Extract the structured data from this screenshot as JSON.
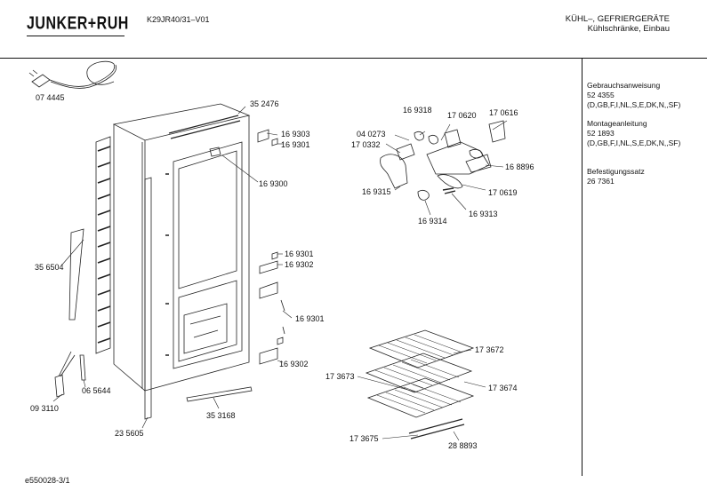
{
  "header": {
    "brand": "JUNKER+RUH",
    "model": "K29JR40/31–V01",
    "category_line1": "KÜHL–, GEFRIERGERÄTE",
    "category_line2": "Kühlschränke, Einbau"
  },
  "sidebar": {
    "items": [
      {
        "title": "Gebrauchsanweisung",
        "number": "52 4355",
        "langs": "(D,GB,F,I,NL,S,E,DK,N,,SF)"
      },
      {
        "title": "Montageanleitung",
        "number": "52 1893",
        "langs": "(D,GB,F,I,NL,S,E,DK,N,,SF)"
      },
      {
        "title": "Befestigungssatz",
        "number": "26 7361"
      }
    ]
  },
  "parts": {
    "p074445": "07 4445",
    "p352476": "35 2476",
    "p169303": "16 9303",
    "p169301a": "16 9301",
    "p169300": "16 9300",
    "p356504": "35 6504",
    "p169301b": "16 9301",
    "p169302a": "16 9302",
    "p169301c": "16 9301",
    "p169302b": "16 9302",
    "p093110": "09 3110",
    "p065644": "06 5644",
    "p353168": "35 3168",
    "p235605": "23 5605",
    "p169318": "16 9318",
    "p170620": "17 0620",
    "p170616": "17 0616",
    "p040273": "04 0273",
    "p170332": "17 0332",
    "p168896": "16 8896",
    "p169315": "16 9315",
    "p170619": "17 0619",
    "p169313": "16 9313",
    "p169314": "16 9314",
    "p173672": "17 3672",
    "p173673": "17 3673",
    "p173674": "17 3674",
    "p173675": "17 3675",
    "p288893": "28 8893"
  },
  "footer": {
    "code": "e550028-3/1"
  }
}
